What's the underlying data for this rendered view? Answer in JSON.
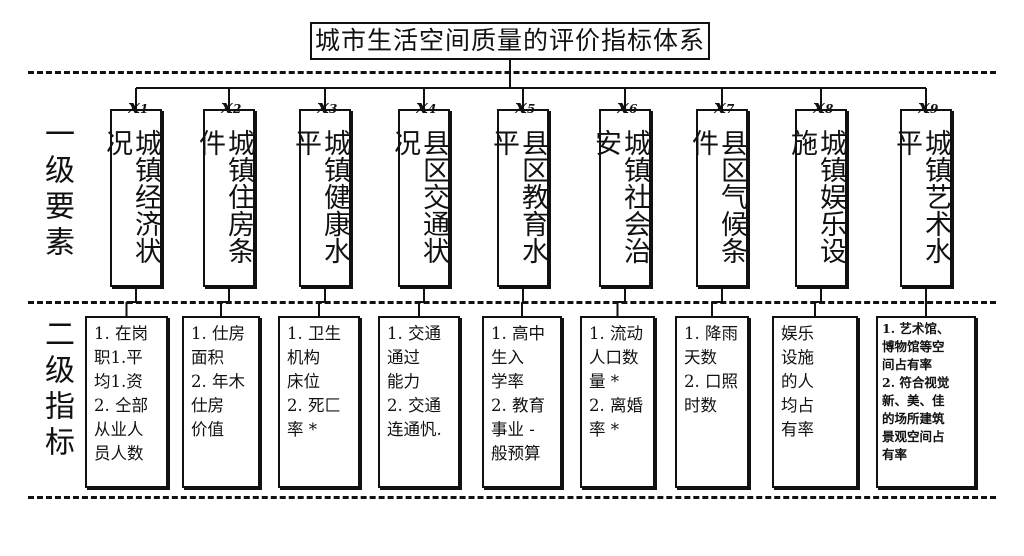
{
  "title": "城市生活空间质量的评价指标体系",
  "row_labels": {
    "primary": "一级要素",
    "secondary": "二级指标"
  },
  "elements": [
    {
      "x": "x",
      "sub": "1",
      "label": "城镇经济状况",
      "indicators": "1. 在岗\n职1.平\n均1.资\n2. 仝部\n从业人\n员人数"
    },
    {
      "x": "x",
      "sub": "2",
      "label": "城镇住房条件",
      "indicators": "1. 仕房\n   面积\n2. 年木\n   仕房\n   价值"
    },
    {
      "x": "x",
      "sub": "3",
      "label": "城镇健康水平",
      "indicators": "1. 卫生\n机构\n床位\n2. 死匚\n率 *"
    },
    {
      "x": "x",
      "sub": "4",
      "label": "县区交通状况",
      "indicators": "1. 交通\n通过\n能力\n2. 交通\n连通忛."
    },
    {
      "x": "x",
      "sub": "5",
      "label": "县区教育水平",
      "indicators": "1. 高中\n   生入\n   学率\n2. 教育\n事业 -\n般预算"
    },
    {
      "x": "x",
      "sub": "6",
      "label": "城镇社会治安",
      "indicators": "1. 流动\n人口数\n量 *\n2. 离婚\n   率 *"
    },
    {
      "x": "x",
      "sub": "7",
      "label": "县区气候条件",
      "indicators": "1. 降雨\n   天数\n2. 口照\n   时数"
    },
    {
      "x": "x",
      "sub": "8",
      "label": "城镇娱乐设施",
      "indicators": "娱乐\n设施\n的人\n均占\n有率"
    },
    {
      "x": "x",
      "sub": "9",
      "label": "城镇艺术水平",
      "indicators": "1. 艺术馆、\n博物馆等空\n间占有率\n2. 符合视觉\n新、美、佳\n的场所建筑\n景观空间占\n有率"
    }
  ]
}
